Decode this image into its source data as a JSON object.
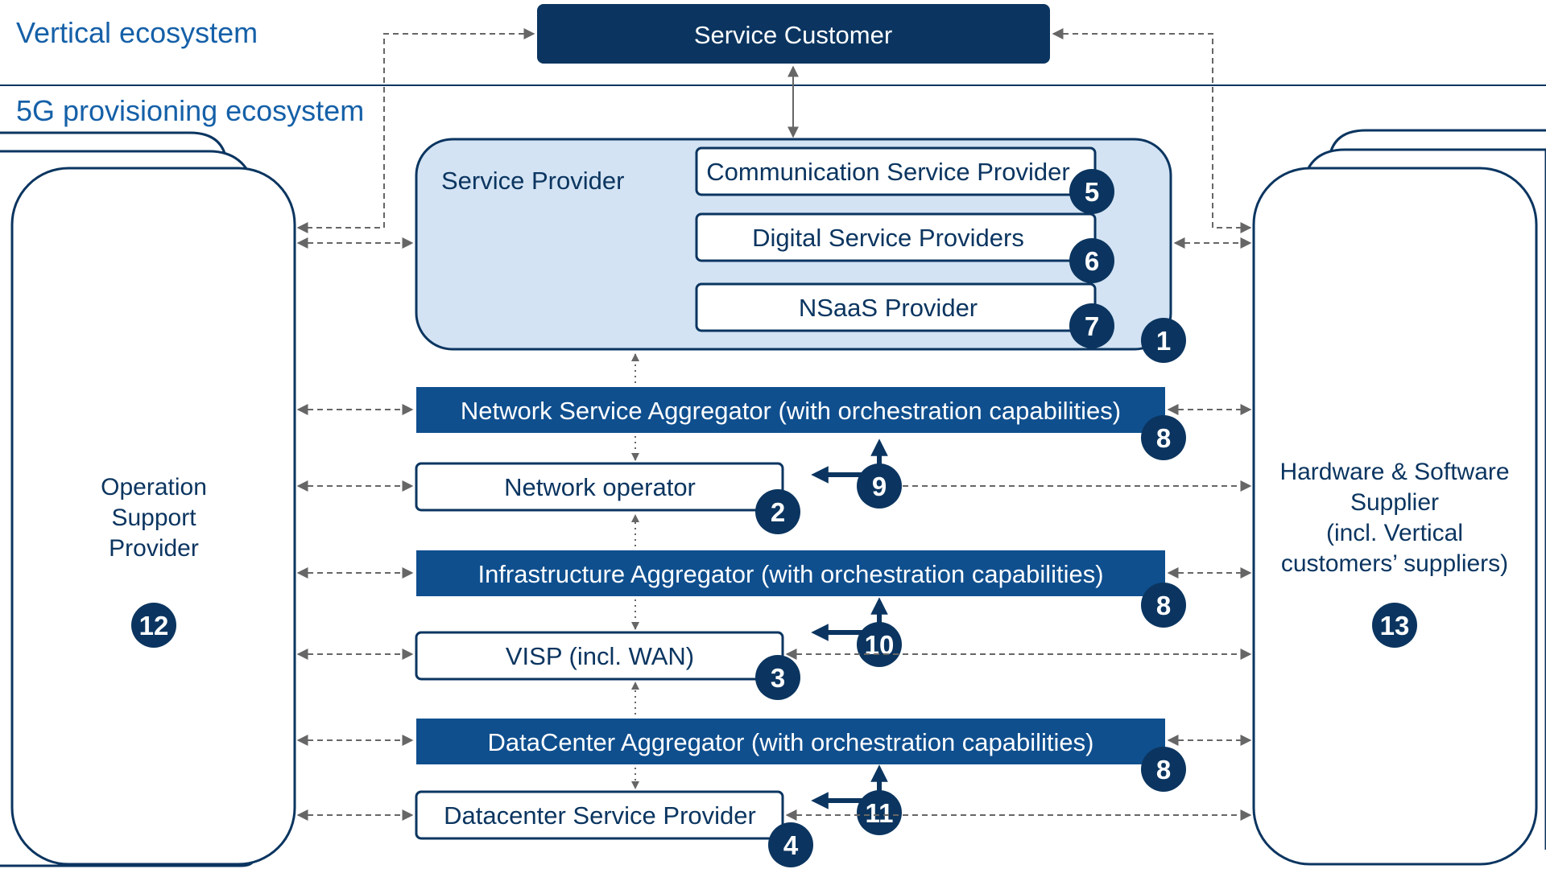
{
  "headings": {
    "vertical": "Vertical ecosystem",
    "provisioning": "5G provisioning ecosystem"
  },
  "service_customer": "Service Customer",
  "service_provider": {
    "label": "Service Provider",
    "number": "1",
    "sub": [
      {
        "label": "Communication Service Provider",
        "number": "5"
      },
      {
        "label": "Digital Service Providers",
        "number": "6"
      },
      {
        "label": "NSaaS Provider",
        "number": "7"
      }
    ]
  },
  "aggregators": [
    {
      "label": "Network Service Aggregator (with orchestration capabilities)",
      "number": "8"
    },
    {
      "label": "Infrastructure Aggregator (with orchestration capabilities)",
      "number": "8"
    },
    {
      "label": "DataCenter Aggregator (with orchestration capabilities)",
      "number": "8"
    }
  ],
  "providers": [
    {
      "label": "Network operator",
      "number": "2"
    },
    {
      "label": "VISP (incl. WAN)",
      "number": "3"
    },
    {
      "label": "Datacenter Service Provider",
      "number": "4"
    }
  ],
  "orchestration_markers": [
    "9",
    "10",
    "11"
  ],
  "left_stack": {
    "lines": [
      "Operation",
      "Support",
      "Provider"
    ],
    "number": "12"
  },
  "right_stack": {
    "lines": [
      "Hardware & Software",
      "Supplier",
      "(incl. Vertical",
      "customers’ suppliers)"
    ],
    "number": "13"
  },
  "colors": {
    "dark_navy": "#0b3560",
    "aggregator_blue": "#0f4f8e",
    "light_fill": "#d3e3f3",
    "heading_blue": "#1560a8",
    "arrow_grey": "#666666"
  }
}
